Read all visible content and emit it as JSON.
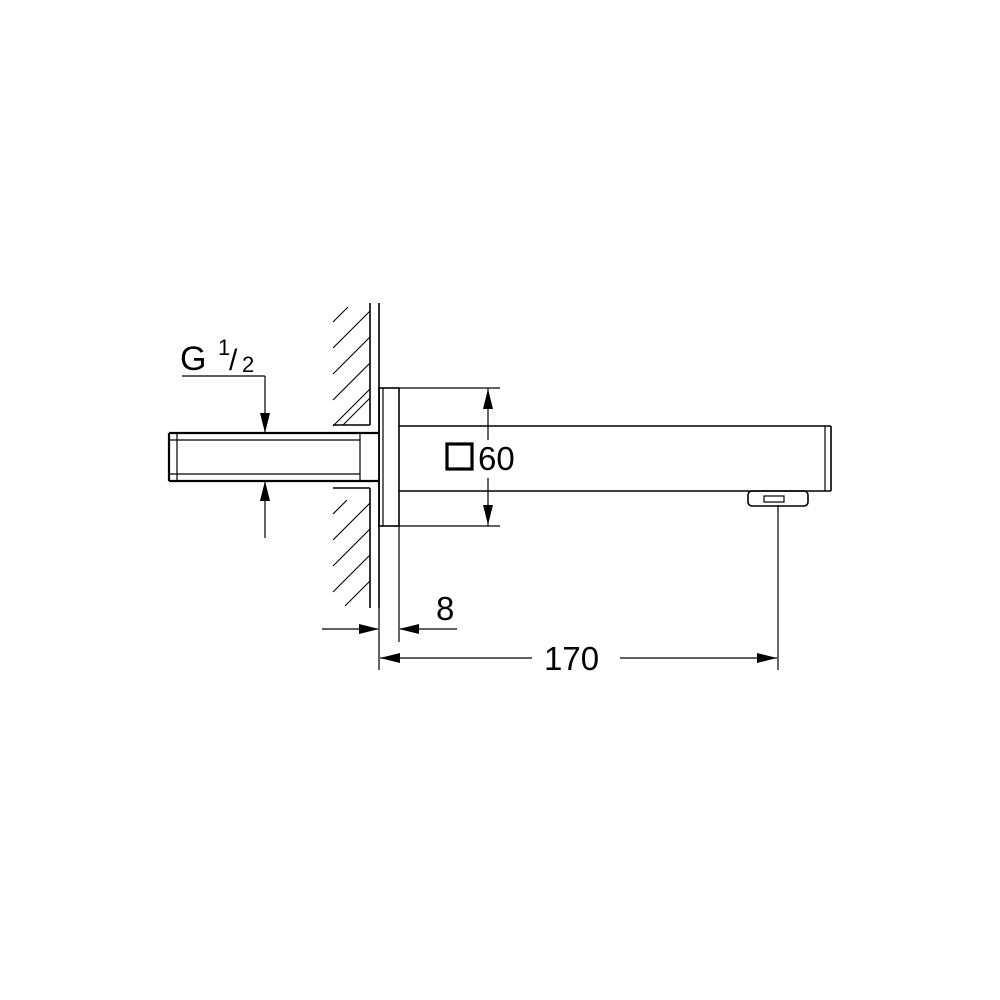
{
  "dimensions": {
    "thread": {
      "letter": "G",
      "fraction_numerator": "1",
      "fraction_slash": "/",
      "fraction_denominator": "2"
    },
    "square_size": "60",
    "rosette_depth": "8",
    "projection_length": "170"
  }
}
